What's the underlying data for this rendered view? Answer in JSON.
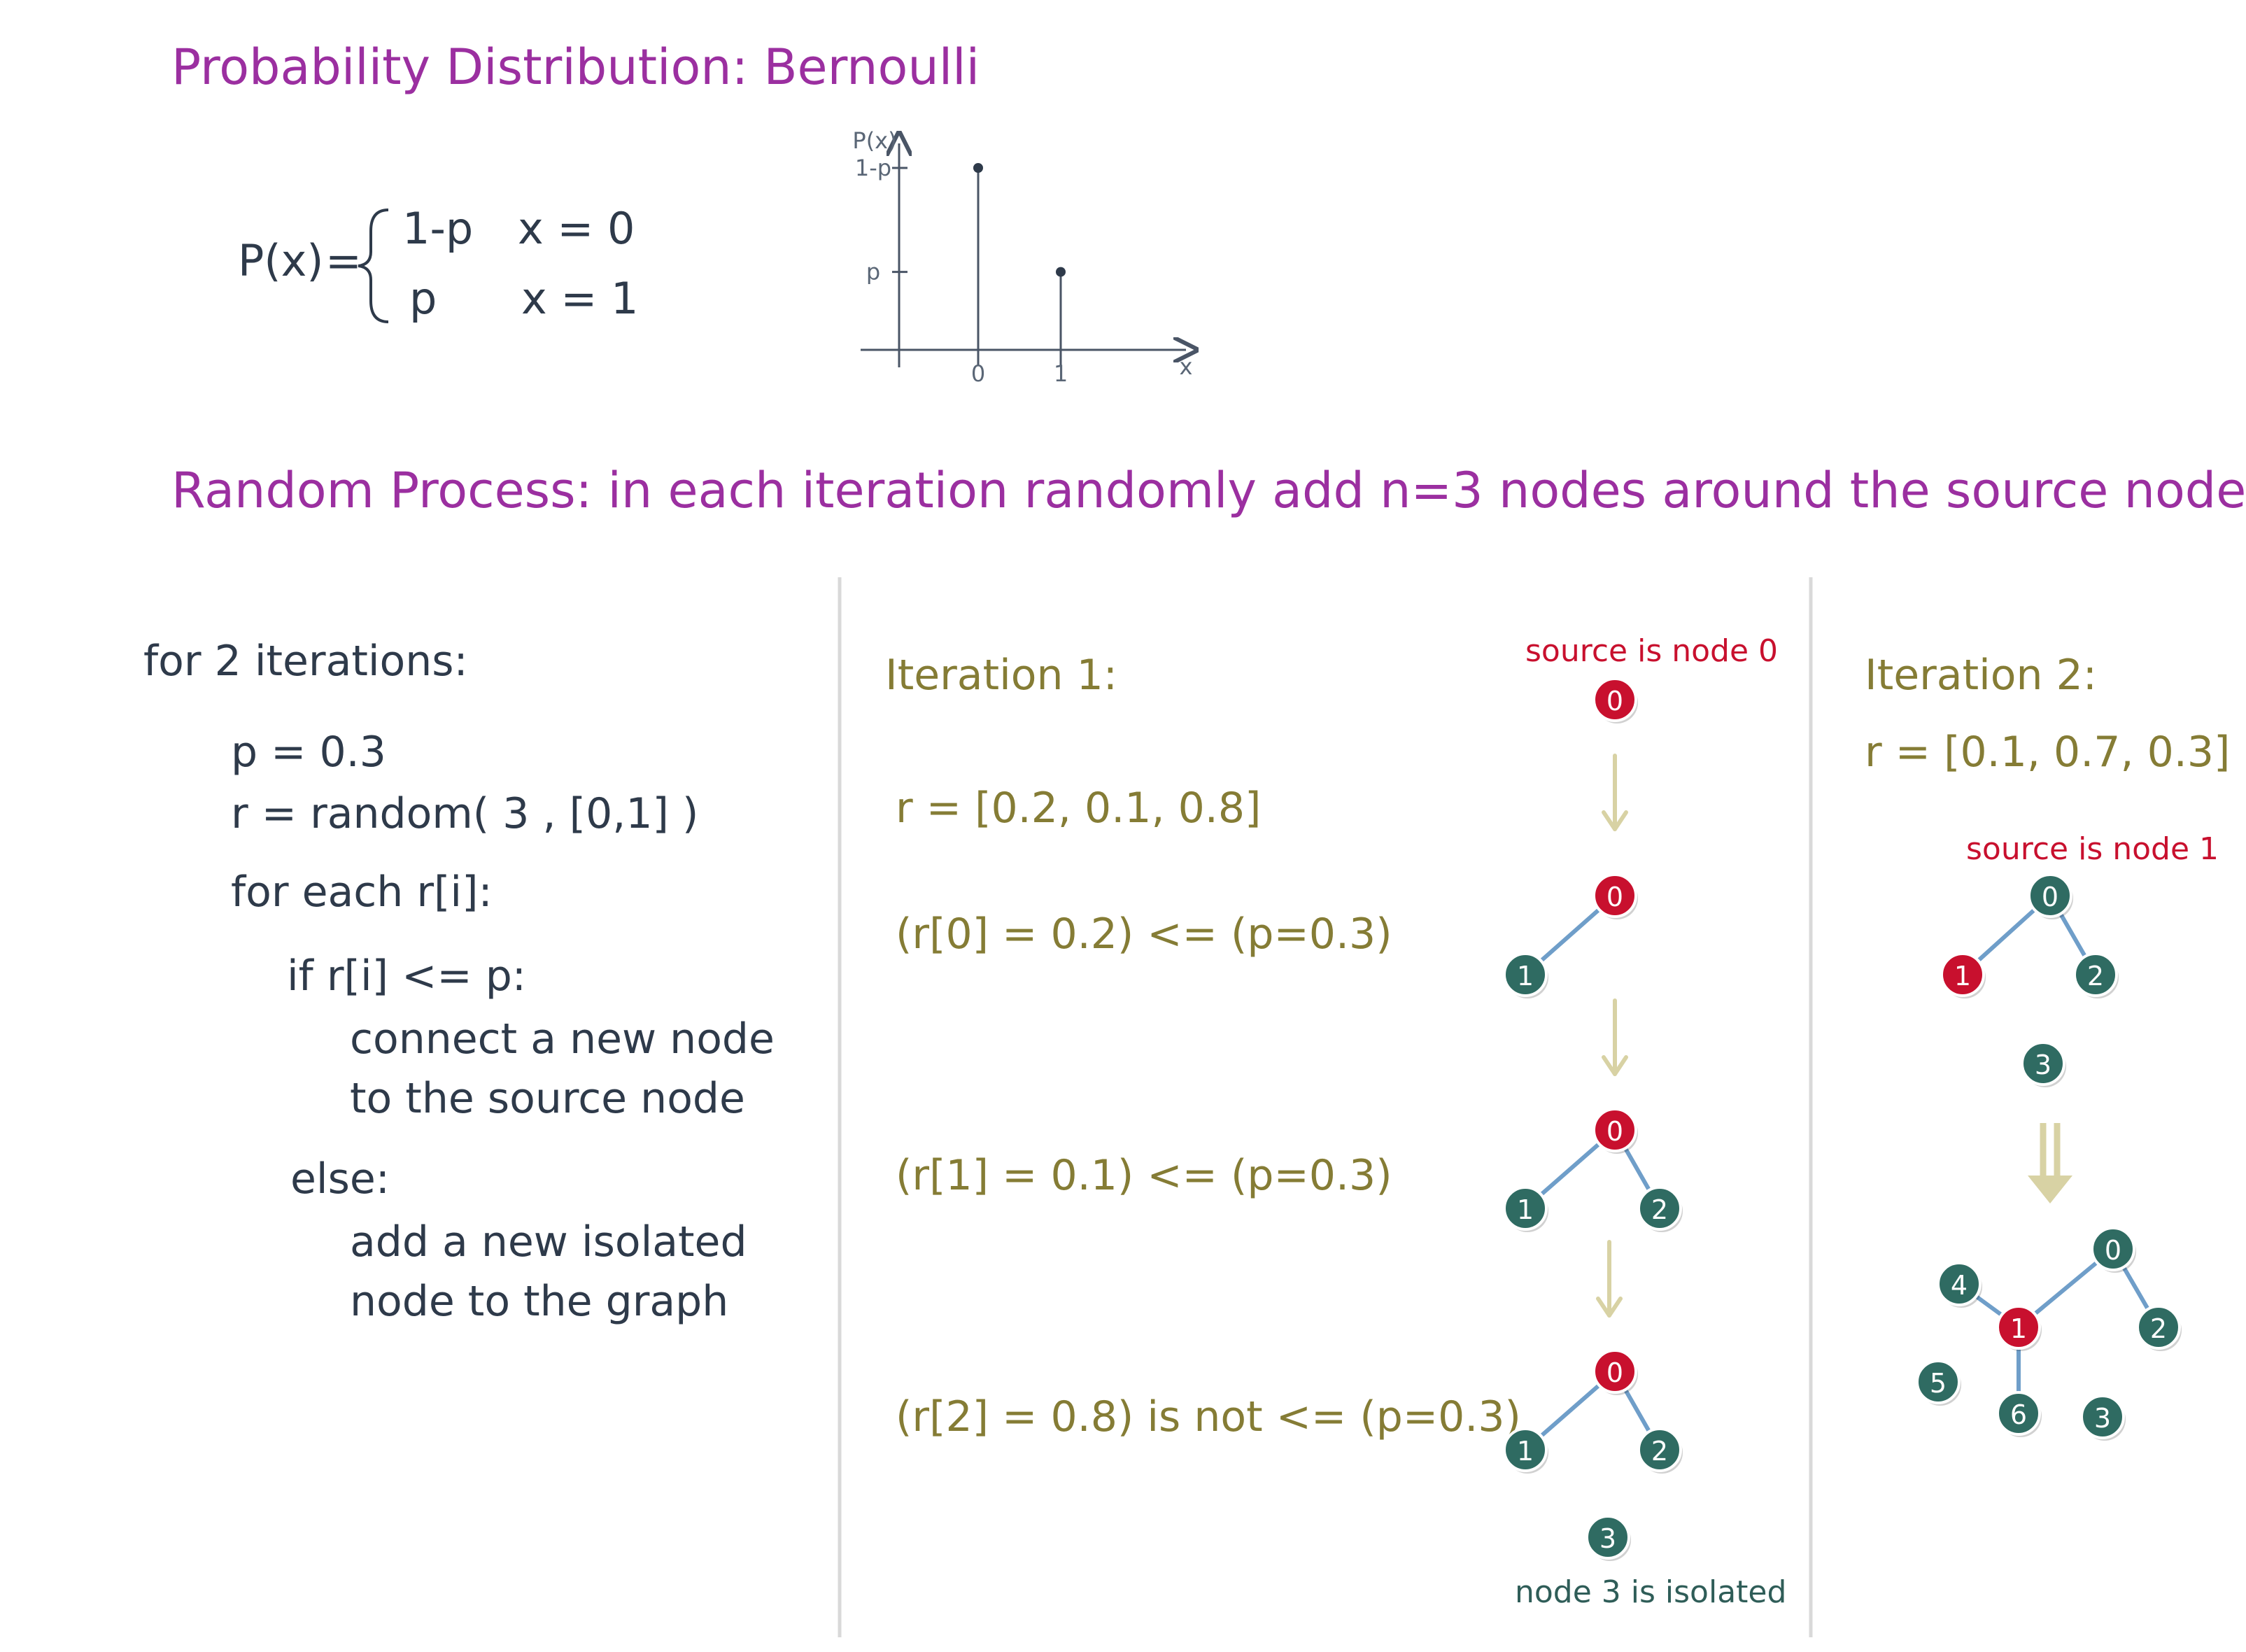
{
  "title": "Probability Distribution: Bernoulli",
  "pmf": {
    "lhs": "P(x)",
    "equals": "=",
    "case1_value": "1-p",
    "case1_cond": "x = 0",
    "case2_value": "p",
    "case2_cond": "x = 1"
  },
  "chart_data": {
    "type": "stem",
    "ylabel": "P(x)",
    "xlabel": "x",
    "y_ticks": [
      "1-p",
      "p"
    ],
    "x_ticks": [
      "0",
      "1"
    ],
    "points": [
      {
        "x": 0,
        "y_label": "1-p",
        "y": 0.7
      },
      {
        "x": 1,
        "y_label": "p",
        "y": 0.3
      }
    ]
  },
  "process_title": "Random Process: in each iteration randomly add n=3 nodes around the source node",
  "code": {
    "line1": "for 2 iterations:",
    "line2": "p = 0.3",
    "line3": "r = random( 3 , [0,1] )",
    "line4": "for each r[i]:",
    "line5": "if r[i] <= p:",
    "line6": "connect a new node",
    "line7": "to the source node",
    "line8": "else:",
    "line9": "add a new isolated",
    "line10": "node to the graph"
  },
  "iteration1": {
    "label": "Iteration 1:",
    "r": "r = [0.2, 0.1, 0.8]",
    "step1": "(r[0] = 0.2) <= (p=0.3)",
    "step2": "(r[1] = 0.1) <= (p=0.3)",
    "step3": "(r[2] = 0.8) is not <= (p=0.3)",
    "source_note": "source is node 0",
    "isolated_note": "node 3 is isolated"
  },
  "iteration2": {
    "label": "Iteration 2:",
    "r": "r = [0.1, 0.7, 0.3]",
    "source_note": "source is node 1"
  },
  "node_labels": {
    "n0": "0",
    "n1": "1",
    "n2": "2",
    "n3": "3",
    "n4": "4",
    "n5": "5",
    "n6": "6"
  },
  "colors": {
    "source_node": "#c8102e",
    "other_node": "#2f6b62",
    "edge": "#6f9ec9",
    "arrow": "#d8d2a4",
    "divider": "#d9d9d9"
  }
}
